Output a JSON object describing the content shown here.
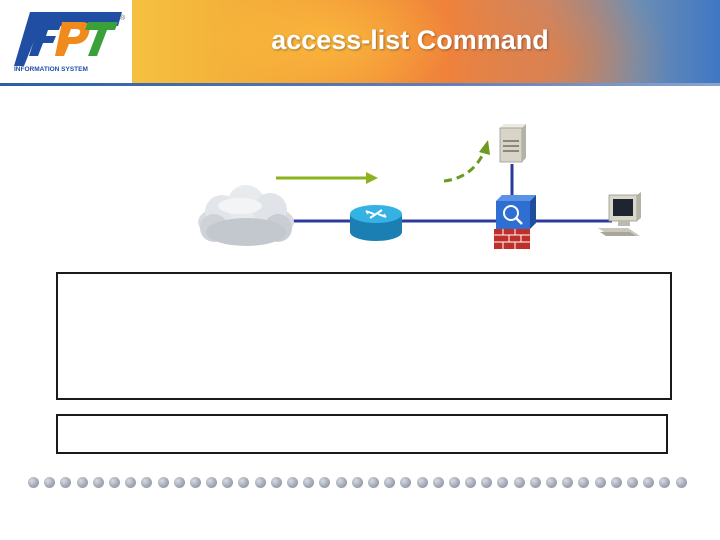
{
  "slide": {
    "title": "access-list Command"
  },
  "logo": {
    "brand": "FPT",
    "tagline": "INFORMATION SYSTEM",
    "registered_mark": "®"
  },
  "diagram": {
    "nodes": [
      "cloud-network-icon",
      "router-icon",
      "firewall-icon",
      "server-icon",
      "workstation-icon"
    ],
    "colors": {
      "link_line": "#2a3aa0",
      "arrow_solid": "#8ab31e",
      "arrow_dashed": "#6a9a1e",
      "router": "#2aa6d8",
      "firewall": "#2f6fd2",
      "brick": "#c0302a"
    }
  },
  "colors": {
    "header_left": "#f7d54c",
    "header_mid": "#f0823a",
    "header_right": "#3f77c4",
    "box_border": "#1a1a1a",
    "dot": "#9ea5b0"
  }
}
